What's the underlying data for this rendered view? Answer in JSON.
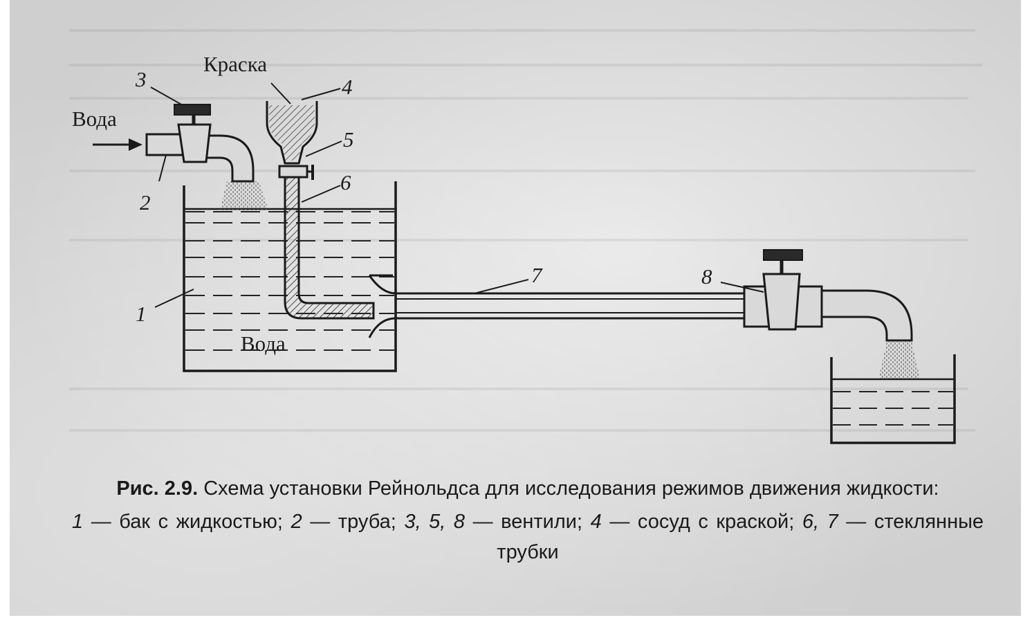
{
  "diagram": {
    "labels": {
      "paint": "Краска",
      "water_in": "Вода",
      "water_tank": "Вода",
      "n1": "1",
      "n2": "2",
      "n3": "3",
      "n4": "4",
      "n5": "5",
      "n6": "6",
      "n7": "7",
      "n8": "8"
    }
  },
  "caption": {
    "figure_label": "Рис. 2.9.",
    "title": "Схема установки Рейнольдса для исследования режимов движения жидкости:",
    "legend": [
      {
        "key": "1",
        "text": "бак с жидкостью;"
      },
      {
        "key": "2",
        "text": "труба;"
      },
      {
        "key": "3, 5, 8",
        "text": "вентили;"
      },
      {
        "key": "4",
        "text": "сосуд с краской;"
      },
      {
        "key": "6, 7",
        "text": "стеклянные трубки"
      }
    ],
    "dash": "—"
  }
}
